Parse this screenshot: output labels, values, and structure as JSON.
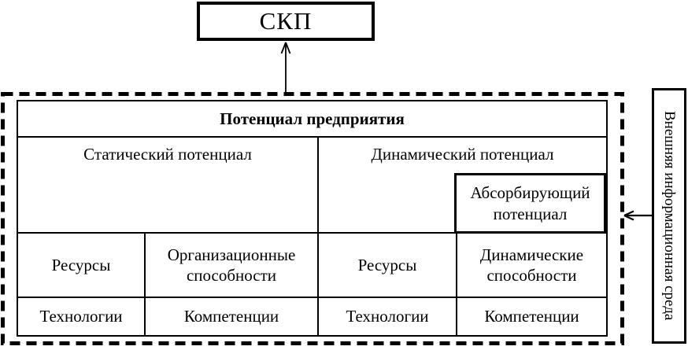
{
  "colors": {
    "line": "#000000",
    "background": "#ffffff"
  },
  "top_box": {
    "label": "СКП"
  },
  "enterprise_block": {
    "title": "Потенциал предприятия",
    "static_section": {
      "label": "Статический потенциал",
      "cells": {
        "resources": "Ресурсы",
        "org_capabilities": "Организационные способности",
        "technologies": "Технологии",
        "competencies": "Компетенции"
      }
    },
    "dynamic_section": {
      "label": "Динамический потенциал",
      "absorbing_label": "Абсорбирующий потенциал",
      "cells": {
        "resources": "Ресурсы",
        "dynamic_capabilities": "Динамические способности",
        "technologies": "Технологии",
        "competencies": "Компетенции"
      }
    }
  },
  "side_box": {
    "label": "Внешняя информационная среда"
  },
  "icons": {
    "up_arrow": "↑",
    "left_arrow": "←"
  }
}
